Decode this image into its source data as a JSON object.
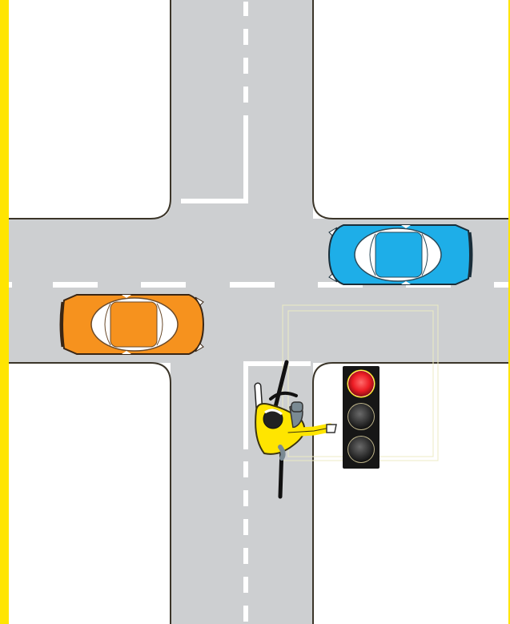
{
  "scene": {
    "type": "intersection-diagram",
    "colors": {
      "frame": "#ffe500",
      "sidewalk": "#ffffff",
      "road": "#cdcfd1",
      "curb": "#3b3529",
      "lane_marking": "#ffffff",
      "stop_line": "#ffffff",
      "car_left_body": "#f6921e",
      "car_right_body": "#1eaee8",
      "cyclist_jacket": "#ffe500",
      "traffic_light_housing": "#161616",
      "signal_red": "#ed1c24",
      "signal_off": "#2b2b2b"
    },
    "objects": {
      "car_left": {
        "body_color": "orange",
        "heading": "east"
      },
      "car_right": {
        "body_color": "blue",
        "heading": "west"
      },
      "cyclist": {
        "heading": "north",
        "signal": "right-arm-extended"
      },
      "traffic_light": {
        "active": "red",
        "lamps": [
          "red",
          "off",
          "off"
        ]
      }
    }
  }
}
